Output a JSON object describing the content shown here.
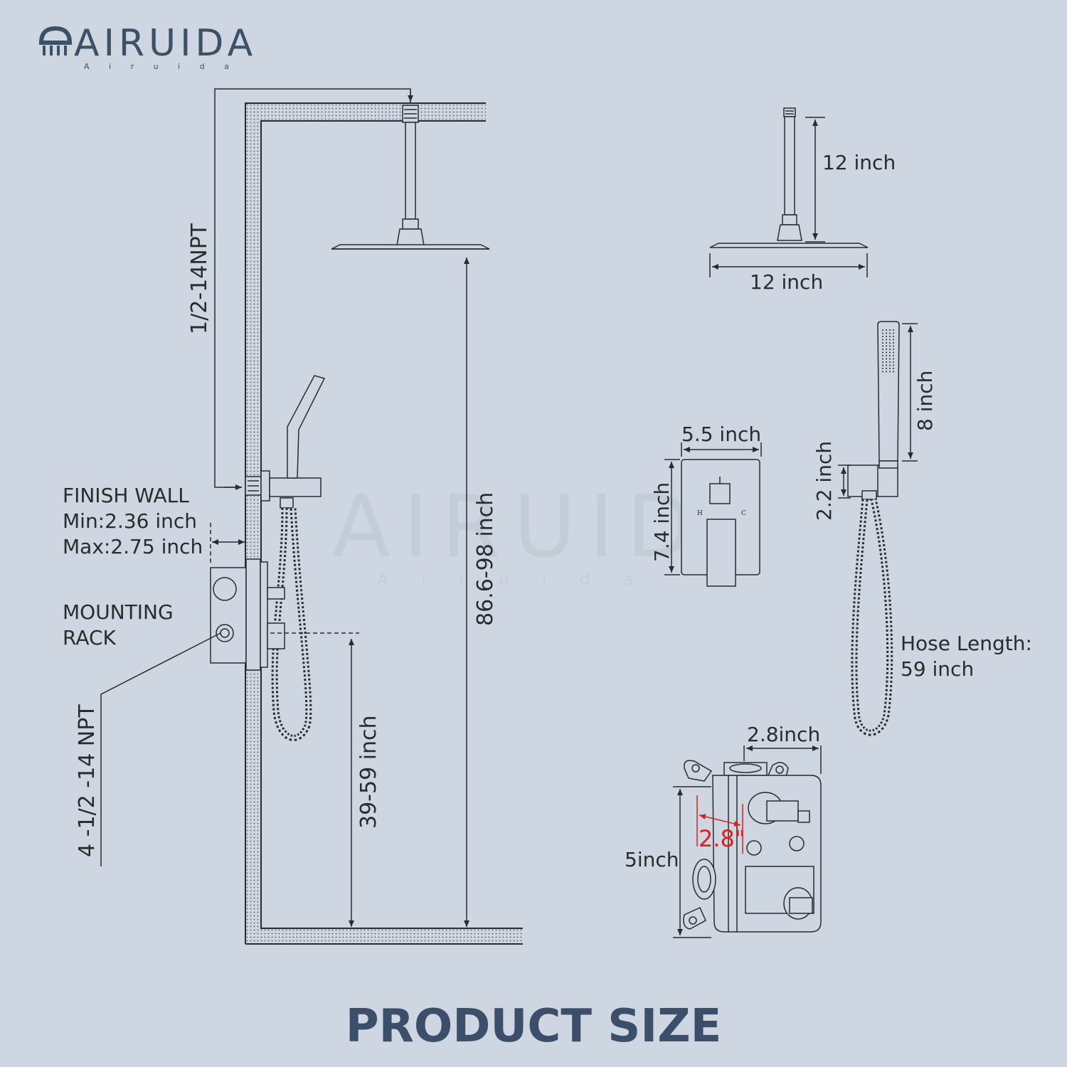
{
  "brand": {
    "logo_text": "AIRUIDA",
    "logo_sub": "A i r u i d a"
  },
  "watermark": {
    "text": "AIRUIDA",
    "sub": "A i r u i d a"
  },
  "labels": {
    "npt_top": "1/2-14NPT",
    "finish_wall": "FINISH WALL",
    "finish_min": "Min:2.36 inch",
    "finish_max": "Max:2.75 inch",
    "mounting": "MOUNTING",
    "rack": "RACK",
    "npt_side": "4 -1/2 -14 NPT",
    "total_height": "86.6-98 inch",
    "valve_height": "39-59 inch",
    "arm_length": "12 inch",
    "head_width": "12 inch",
    "handheld_length": "8 inch",
    "holder_height": "2.2 inch",
    "trim_width": "5.5 inch",
    "trim_height": "7.4 inch",
    "trim_h": "H",
    "trim_c": "C",
    "hose_label": "Hose Length:",
    "hose_value": "59 inch",
    "valve_depth": "2.8inch",
    "valve_inner": "2.8\"",
    "valve_body_height": "5inch",
    "footer_title": "PRODUCT SIZE"
  },
  "colors": {
    "background": "#cdd6e1",
    "title": "#3b4f6b",
    "brand": "#3c5066",
    "accent": "#e02020",
    "line": "#2b2b2b"
  }
}
